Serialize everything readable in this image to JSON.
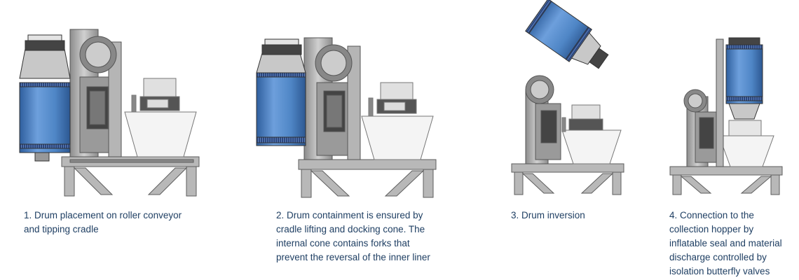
{
  "colors": {
    "caption_text": "#1f3f63",
    "drum_blue": "#4f86c6",
    "drum_dark": "#26417a",
    "steel_gray": "#a9a9a9",
    "steel_dark": "#5e5e5e",
    "hopper_fill": "#f4f4f4"
  },
  "steps": [
    {
      "lines": [
        "1. Drum placement on roller conveyor",
        "and tipping cradle"
      ]
    },
    {
      "lines": [
        "2. Drum containment is ensured by",
        "cradle lifting and docking cone. The",
        "internal cone contains forks that",
        "prevent the reversal of the inner liner"
      ]
    },
    {
      "lines": [
        "3. Drum inversion"
      ]
    },
    {
      "lines": [
        "4. Connection to the",
        "collection hopper by",
        "inflatable seal and material",
        "discharge controlled by",
        "isolation butterfly valves"
      ]
    }
  ]
}
